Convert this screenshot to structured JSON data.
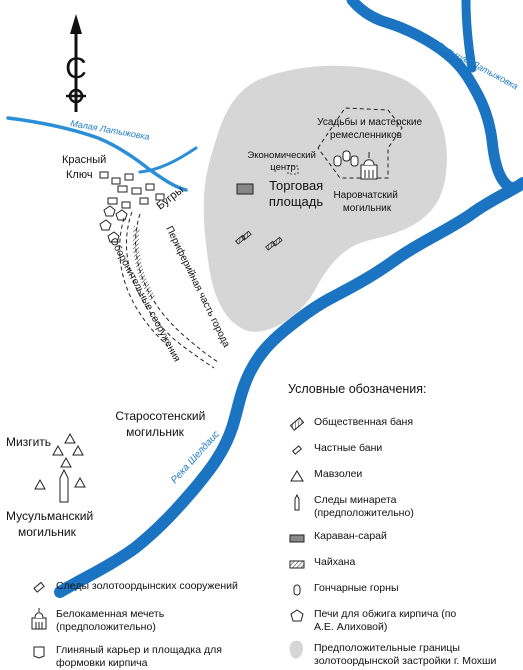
{
  "colors": {
    "river": "#1a74c2",
    "river_light": "#2b8fd8",
    "town_area": "#d6d6d6",
    "ink": "#222222"
  },
  "compass": {
    "north_letter": "С",
    "icon": "compass-arrow-icon"
  },
  "rivers": {
    "malaya": "Малая Латыжовка",
    "bolshaya": "Большая Латыжовка",
    "sheldais": "Река Шелдаис"
  },
  "places": {
    "krasny_klyuch": [
      "Красный",
      "Ключ"
    ],
    "bugry": "Бугры",
    "periphery": "Периферийная часть города",
    "fortifications": "Оборонительные сооружения",
    "economic_center": [
      "Экономический",
      "центр"
    ],
    "trade_square": [
      "Торговая",
      "площадь"
    ],
    "crafts": [
      "Усадьбы и мастерские",
      "ремесленников"
    ],
    "narovchat": [
      "Наровчатский",
      "могильник"
    ],
    "starosotensky": [
      "Старосотенский",
      "могильник"
    ],
    "mizgit": "Мизгить",
    "muslim": [
      "Мусульманский",
      "могильник"
    ]
  },
  "legend": {
    "title": "Условные обозначения:",
    "items": [
      {
        "icon": "public-bath-icon",
        "label": "Общественная баня"
      },
      {
        "icon": "private-bath-icon",
        "label": "Частные бани"
      },
      {
        "icon": "mausoleum-icon",
        "label": "Мавзолеи"
      },
      {
        "icon": "minaret-icon",
        "label": "Следы минарета (предположительно)"
      },
      {
        "icon": "caravanserai-icon",
        "label": "Караван-сарай"
      },
      {
        "icon": "teahouse-icon",
        "label": "Чайхана"
      },
      {
        "icon": "pottery-kiln-icon",
        "label": "Гончарные горны"
      },
      {
        "icon": "brick-kiln-icon",
        "label": "Печи для обжига кирпича (по А.Е. Алиховой)"
      },
      {
        "icon": "town-boundary-icon",
        "label": "Предположительные границы золотоордынской застройки г. Мохши"
      }
    ],
    "bottom_items": [
      {
        "icon": "golden-horde-structure-icon",
        "label": "Следы золотоордынских сооружений"
      },
      {
        "icon": "mosque-icon",
        "label": "Белокаменная мечеть (предположительно)"
      },
      {
        "icon": "clay-quarry-icon",
        "label": "Глиняный карьер и площадка для формовки кирпича"
      }
    ]
  }
}
